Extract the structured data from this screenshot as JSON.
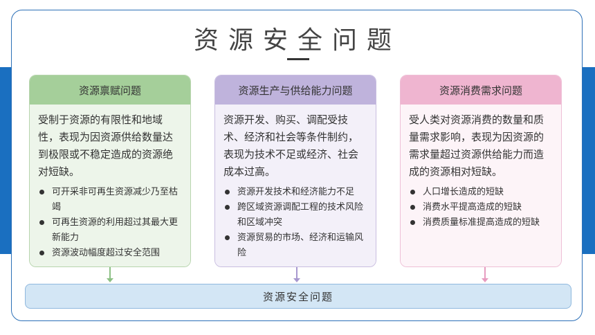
{
  "title": "资源安全问题",
  "colors": {
    "frame": "#2b6fb7",
    "side_band": "#1a6fc0",
    "green_head": "#a5cf9a",
    "purple_head": "#bfb3dc",
    "pink_head": "#efb5d0",
    "result_bar": "#d3e6f5"
  },
  "cards": [
    {
      "heading": "资源禀赋问题",
      "description": "受制于资源的有限性和地域性，表现为因资源供给数量达到极限或不稳定造成的资源绝对短缺。",
      "bullets": [
        "可开采非可再生资源减少乃至枯竭",
        "可再生资源的利用超过其最大更新能力",
        "资源波动幅度超过安全范围"
      ]
    },
    {
      "heading": "资源生产与供给能力问题",
      "description": "资源开发、购买、调配受技术、经济和社会等条件制约，表现为技术不足或经济、社会成本过高。",
      "bullets": [
        "资源开发技术和经济能力不足",
        "跨区域资源调配工程的技术风险和区域冲突",
        "资源贸易的市场、经济和运输风险"
      ]
    },
    {
      "heading": "资源消费需求问题",
      "description": "受人类对资源消费的数量和质量需求影响，表现为因资源的需求量超过资源供给能力而造成的资源相对短缺。",
      "bullets": [
        "人口增长造成的短缺",
        "消费水平提高造成的短缺",
        "消费质量标准提高造成的短缺"
      ]
    }
  ],
  "result": "资源安全问题"
}
